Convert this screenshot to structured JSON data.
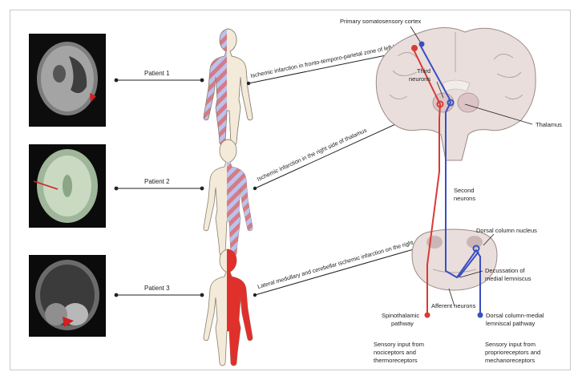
{
  "patients": [
    {
      "label": "Patient 1",
      "lesion": "Ischemic infarction in fronto-temporo-parietal zone of left hemisphere"
    },
    {
      "label": "Patient 2",
      "lesion": "Ischemic infarction in the right side of thalamus"
    },
    {
      "label": "Patient 3",
      "lesion": "Lateral medullary and cerebellar ischemic infarction on the right"
    }
  ],
  "labels": {
    "cortex": "Primary somatosensory cortex",
    "third_neurons_1": "Third",
    "third_neurons_2": "neurons",
    "thalamus": "Thalamus",
    "second_neurons_1": "Second",
    "second_neurons_2": "neurons",
    "dorsal_column_nucleus": "Dorsal column nucleus",
    "decussation_1": "Decussation of",
    "decussation_2": "medial lemniscus",
    "afferent_neurons": "Afferent neurons",
    "spinothalamic_1": "Spinothalamic",
    "spinothalamic_2": "pathway",
    "dcml_1": "Dorsal column-medial",
    "dcml_2": "lemniscal pathway",
    "noci_1": "Sensory input from",
    "noci_2": "nociceptors and",
    "noci_3": "thermoreceptors",
    "proprio_1": "Sensory input from",
    "proprio_2": "proprioreceptors and",
    "proprio_3": "mechanoreceptors"
  },
  "colors": {
    "spinothalamic": "#d93a35",
    "dcml": "#3a4fc0",
    "brain": "#e7dcd9",
    "body": "#f3ead9"
  }
}
